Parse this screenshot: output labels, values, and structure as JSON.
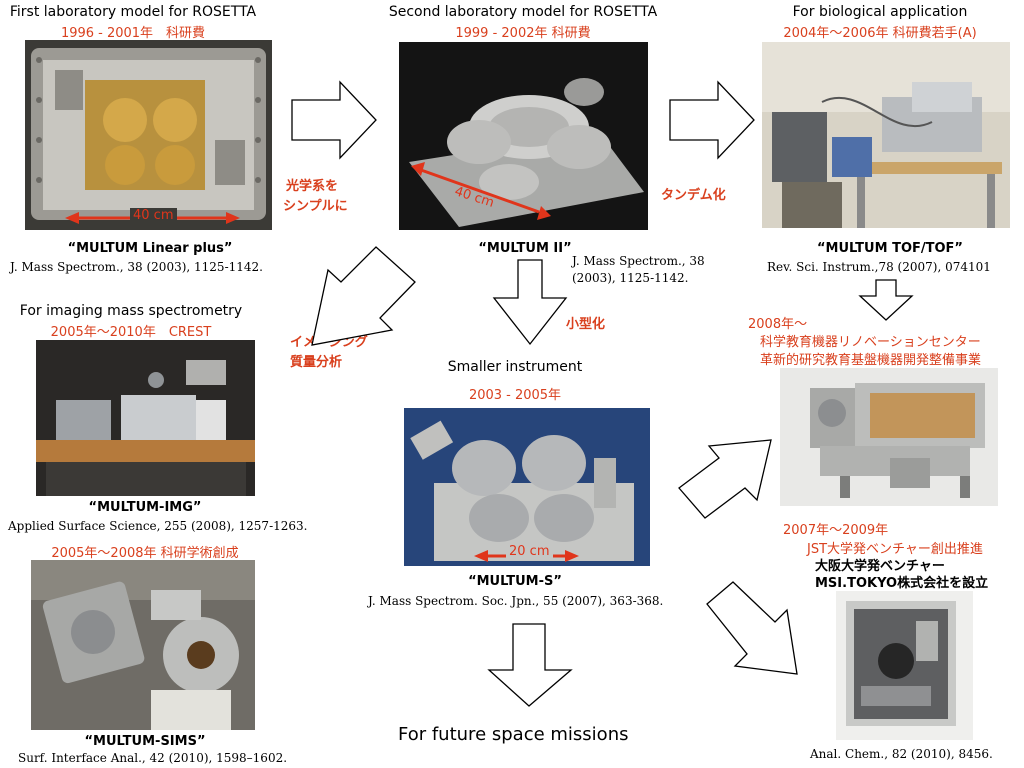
{
  "first": {
    "title": "First laboratory model for ROSETTA",
    "dates": "1996 - 2001年　科研費",
    "scale": "40 cm",
    "name": "“MULTUM Linear plus”",
    "ref": "J. Mass Spectrom., 38 (2003), 1125-1142."
  },
  "second": {
    "title": "Second laboratory model for ROSETTA",
    "dates": "1999 - 2002年 科研費",
    "scale": "40 cm",
    "name": "“MULTUM II”",
    "ref_line1": "J. Mass Spectrom., 38",
    "ref_line2": "(2003), 1125-1142."
  },
  "bio": {
    "title": "For biological application",
    "dates": "2004年～2006年 科研費若手(A)",
    "name": "“MULTUM TOF/TOF”",
    "ref": "Rev. Sci. Instrum.,78 (2007), 074101"
  },
  "imaging": {
    "title": "For imaging mass spectrometry",
    "dates": "2005年～2010年　CREST",
    "name": "“MULTUM-IMG”",
    "ref": "Applied Surface Science, 255 (2008), 1257-1263."
  },
  "sims": {
    "dates": "2005年～2008年 科研学術創成",
    "name": "“MULTUM-SIMS”",
    "ref": "Surf. Interface Anal., 42 (2010), 1598–1602."
  },
  "smaller": {
    "title": "Smaller instrument",
    "dates": "2003 - 2005年",
    "scale": "20 cm",
    "name": "“MULTUM-S”",
    "ref": "J. Mass Spectrom. Soc. Jpn., 55 (2007), 363-368."
  },
  "innovation": {
    "year": "2008年～",
    "line1": "科学教育機器リノベーションセンター",
    "line2": "革新的研究教育基盤機器開発整備事業"
  },
  "venture": {
    "year": "2007年～2009年",
    "line1": "JST大学発ベンチャー創出推進",
    "line2": "大阪大学発ベンチャー",
    "line3": "MSI.TOKYO株式会社を設立",
    "ref": "Anal. Chem., 82 (2010), 8456."
  },
  "arrow_labels": {
    "simple_line1": "光学系を",
    "simple_line2": "シンプルに",
    "tandem": "タンデム化",
    "imaging_line1": "イメージング",
    "imaging_line2": "質量分析",
    "miniaturize": "小型化"
  },
  "future": "For future space missions",
  "colors": {
    "accent_red": "#d9401e",
    "arrow_fill": "#ffffff",
    "arrow_stroke": "#000000"
  }
}
